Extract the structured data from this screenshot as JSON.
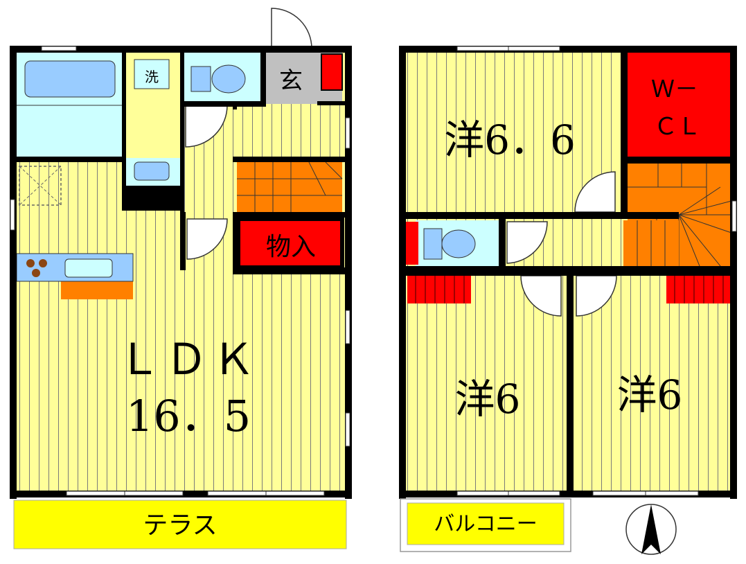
{
  "floor1": {
    "ldk_label": "ＬＤＫ",
    "ldk_size": "16．5",
    "storage_label": "物入",
    "entrance_label": "玄",
    "washer_label": "洗",
    "terrace_label": "テラス"
  },
  "floor2": {
    "room_top_label": "洋6．6",
    "wcl_line1": "Ｗ－",
    "wcl_line2": "ＣＬ",
    "room_left_label": "洋6",
    "room_right_label": "洋6",
    "balcony_label": "バルコニー"
  },
  "colors": {
    "floor": "#ffff99",
    "floor_stripe": "#8c8c8c",
    "wall": "#000000",
    "storage": "#ff0000",
    "stairs": "#ff8000",
    "wet_area": "#ccffff",
    "fixture": "#99ccff",
    "terrace": "#ffff00",
    "genkan": "#c0c0c0"
  },
  "compass": {
    "icon": "north-arrow-icon"
  }
}
